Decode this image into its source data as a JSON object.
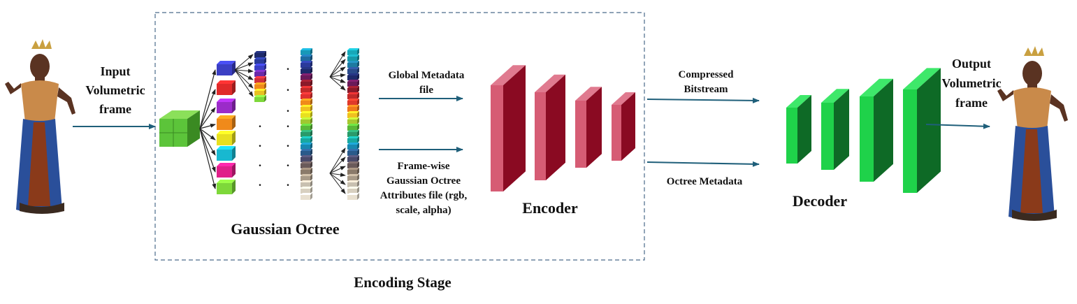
{
  "labels": {
    "input_line1": "Input",
    "input_line2": "Volumetric",
    "input_line3": "frame",
    "gaussian_octree": "Gaussian Octree",
    "global_meta_line1": "Global Metadata",
    "global_meta_line2": "file",
    "framewise_line1": "Frame-wise",
    "framewise_line2": "Gaussian Octree",
    "framewise_line3": "Attributes file (rgb,",
    "framewise_line4": "scale, alpha)",
    "encoder": "Encoder",
    "compressed_line1": "Compressed",
    "compressed_line2": "Bitstream",
    "octree_metadata": "Octree Metadata",
    "decoder": "Decoder",
    "output_line1": "Output",
    "output_line2": "Volumetric",
    "output_line3": "frame",
    "encoding_stage": "Encoding Stage",
    "dots": "."
  },
  "colors": {
    "arrow": "#1f5f7a",
    "encoder_front": "#d65c74",
    "encoder_side": "#8a0a22",
    "encoder_top": "#e07a8f",
    "decoder_front": "#1fd24a",
    "decoder_side": "#0e6a26",
    "decoder_top": "#3ee86a",
    "dashed_border": "#4a6a8a"
  },
  "octree_colors": [
    "#3b3fc4",
    "#e02a2a",
    "#9b2bc9",
    "#f08a1a",
    "#e8e020",
    "#18b8d0",
    "#e0208a",
    "#7ed83a"
  ]
}
